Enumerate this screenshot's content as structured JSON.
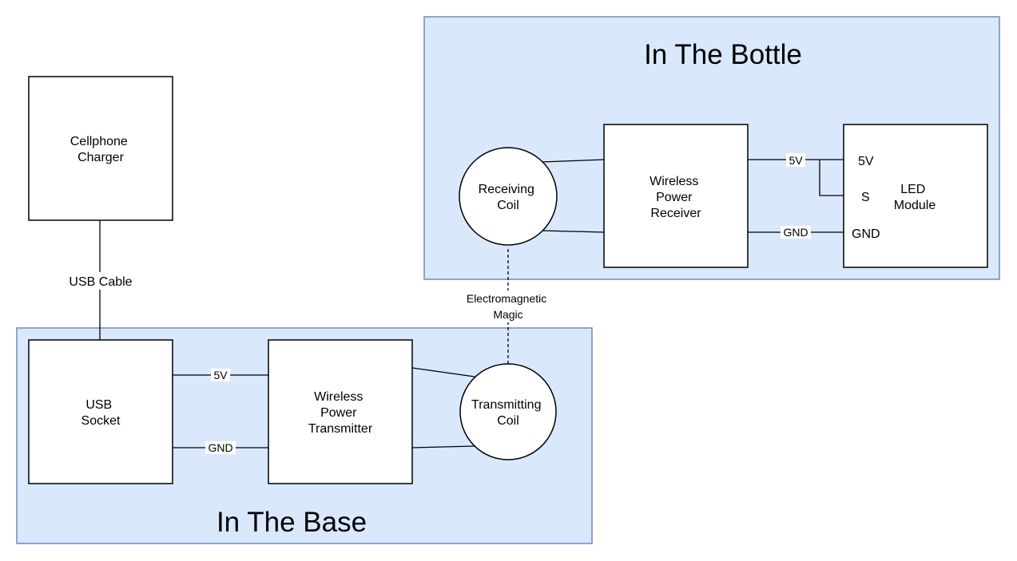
{
  "regions": {
    "bottle": {
      "title": "In The Bottle"
    },
    "base": {
      "title": "In The Base"
    }
  },
  "nodes": {
    "charger": [
      "Cellphone",
      "Charger"
    ],
    "usb_socket": [
      "USB",
      "Socket"
    ],
    "transmitter": [
      "Wireless",
      "Power",
      "Transmitter"
    ],
    "transmitting_coil": [
      "Transmitting",
      "Coil"
    ],
    "receiving_coil": [
      "Receiving",
      "Coil"
    ],
    "receiver": [
      "Wireless",
      "Power",
      "Receiver"
    ],
    "led_module": [
      "LED",
      "Module"
    ]
  },
  "led_pins": {
    "p5v": "5V",
    "s": "S",
    "gnd": "GND"
  },
  "edges": {
    "usb_cable": "USB Cable",
    "base_5v": "5V",
    "base_gnd": "GND",
    "bottle_5v": "5V",
    "bottle_gnd": "GND",
    "em_link": [
      "Electromagnetic",
      "Magic"
    ]
  },
  "colors": {
    "region_fill": "#dae8fc",
    "region_stroke": "#6c8ebf"
  }
}
